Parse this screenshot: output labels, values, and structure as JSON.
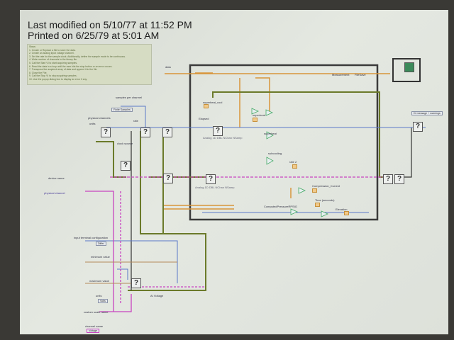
{
  "header": {
    "last_modified": "Last modified on 5/10/77 at 11:52 PM",
    "printed": "Printed on 6/25/79 at 5:01 AM"
  },
  "notes": {
    "title": "Steps:",
    "steps": [
      "1. Create or Replace a file to store the data.",
      "2. Create an analog input voltage channel.",
      "3. Set the rate for the sample clock. Additionally, define the sample mode to be continuous.",
      "4. Write number of channels in the binary file.",
      "5. Call the Start VI to start acquiring samples.",
      "6. Read the data in a loop until the user hits the stop button or an error occurs.",
      "7. Transpose the acquired array of data and append it to the file.",
      "8. Close the File.",
      "9. Call the Stop VI to stop acquiring samples.",
      "10. Use the popup dialog box to display an error if any."
    ]
  },
  "labels": {
    "data": "data",
    "samples_per_channel": "samples per channel",
    "finite_samples": "Finite Samples",
    "physical_channels": "physical channels",
    "units": "units",
    "rate": "rate",
    "clock_source": "clock source",
    "device_name": "device name",
    "physical_channel": "physical channel",
    "input_terminal_configuration": "input terminal configuration",
    "differential": "Differ",
    "minimum_value": "minimum value",
    "maximum_value": "maximum value",
    "units2": "units",
    "volts": "Volts",
    "custom_scale_name": "custom scale name",
    "channel_name": "channel name",
    "voltage": "Voltage",
    "superheat_cool": "superheat_cool",
    "elapsed": "Elapsed",
    "superheat": "superheat",
    "subcooling": "subcooling",
    "analog_1": "Analog 1D DBL NChan NSamp",
    "analog_2": "Analog 1D DBL NChan NSamp",
    "measurement": "Measurement",
    "filesave": "FileSave",
    "compression_current": "Compression_Current",
    "time_seconds": "Time (seconds)",
    "computed_pressure": "ComputedPressureRPSIG",
    "elevation": "Elevation",
    "error_message": "Dt message + warnings",
    "rate2": "rate 2",
    "ai_voltage": "AI Voltage"
  }
}
